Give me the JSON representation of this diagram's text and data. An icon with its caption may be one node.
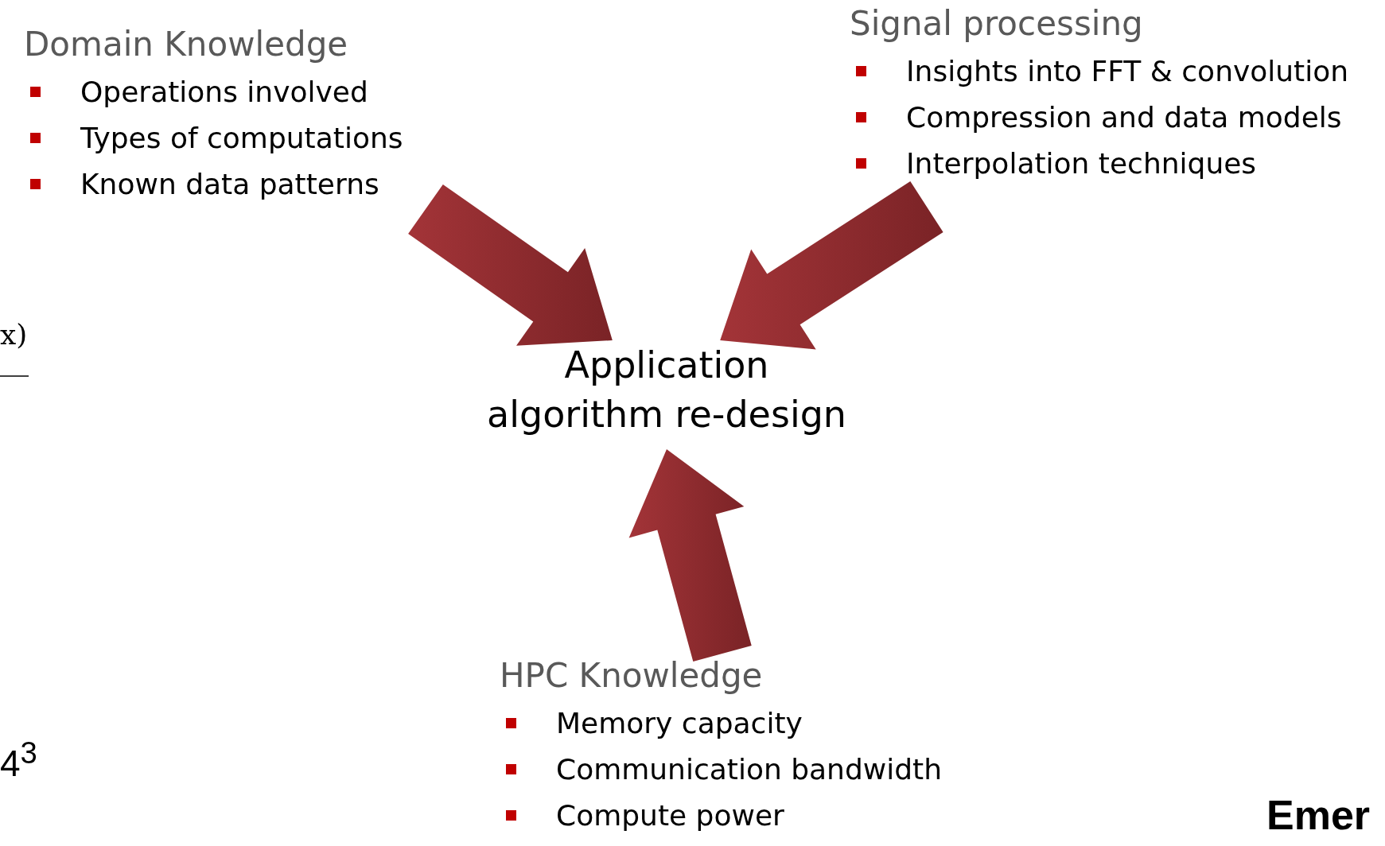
{
  "diagram": {
    "nodes": [
      {
        "text": [
          "Domain Knowledge",
          "Operations involved",
          "Types of computations",
          "Known data patterns"
        ]
      },
      {
        "text": [
          "Signal processing",
          "Insights into FFT & convolution",
          "Compression and data models",
          "Interpolation techniques"
        ]
      },
      {
        "text": [
          "Application algorithm re-design"
        ]
      },
      {
        "text": [
          "HPC Knowledge",
          "Memory capacity",
          "Communication bandwidth",
          "Compute power"
        ]
      }
    ],
    "edges": [
      {
        "from": 0,
        "to": 2,
        "arrow": "to",
        "style": "thick"
      },
      {
        "from": 1,
        "to": 2,
        "arrow": "to",
        "style": "thick"
      },
      {
        "from": 3,
        "to": 2,
        "arrow": "to",
        "style": "thick"
      }
    ],
    "labels": [
      "x)",
      "4$^{3}$",
      "Emer"
    ]
  }
}
